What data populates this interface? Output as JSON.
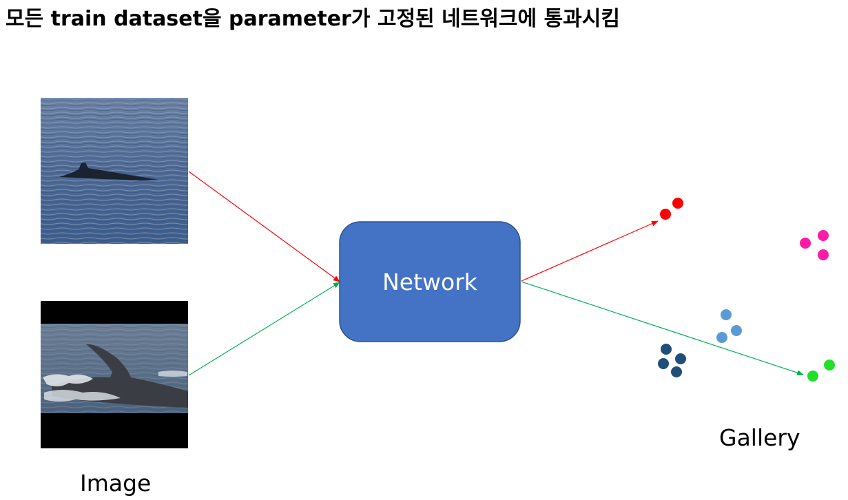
{
  "title": "모든 train dataset을 parameter가 고정된 네트워크에 통과시킴",
  "network": {
    "label": "Network",
    "fill": "#4472C4",
    "stroke": "#2F528F"
  },
  "inputs": {
    "label": "Image",
    "items": [
      {
        "name": "minke-whale-photo",
        "arrow_color": "#FF0000"
      },
      {
        "name": "dolphin-photo",
        "arrow_color": "#00B050"
      }
    ]
  },
  "gallery": {
    "label": "Gallery",
    "clusters": [
      {
        "name": "red-cluster",
        "color": "#FF0000"
      },
      {
        "name": "magenta-cluster",
        "color": "#FF1AA8"
      },
      {
        "name": "light-blue-cluster",
        "color": "#5B9BD5"
      },
      {
        "name": "dark-blue-cluster",
        "color": "#1F4E79"
      },
      {
        "name": "green-cluster",
        "color": "#22E02A"
      }
    ]
  }
}
